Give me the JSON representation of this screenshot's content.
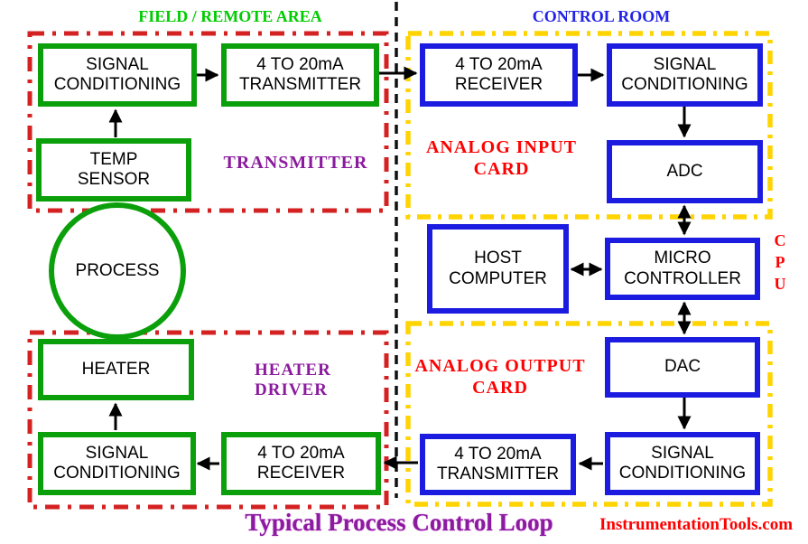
{
  "areas": {
    "field": {
      "label": "FIELD / REMOTE AREA"
    },
    "control_room": {
      "label": "CONTROL ROOM"
    }
  },
  "groups": {
    "transmitter": {
      "label": "TRANSMITTER"
    },
    "heater_driver": {
      "label": "HEATER\nDRIVER"
    },
    "analog_input_card": {
      "label": "ANALOG INPUT\nCARD"
    },
    "analog_output_card": {
      "label": "ANALOG OUTPUT\nCARD"
    },
    "cpu": {
      "label": "C\nP\nU"
    }
  },
  "blocks": {
    "field_signal_conditioning": "SIGNAL\nCONDITIONING",
    "field_transmitter": "4 TO 20mA\nTRANSMITTER",
    "temp_sensor": "TEMP\nSENSOR",
    "process": "PROCESS",
    "heater": "HEATER",
    "heater_signal_conditioning": "SIGNAL\nCONDITIONING",
    "field_receiver": "4 TO 20mA\nRECEIVER",
    "input_receiver": "4 TO 20mA\nRECEIVER",
    "input_signal_conditioning": "SIGNAL\nCONDITIONING",
    "adc": "ADC",
    "host_computer": "HOST\nCOMPUTER",
    "micro_controller": "MICRO\nCONTROLLER",
    "dac": "DAC",
    "output_signal_conditioning": "SIGNAL\nCONDITIONING",
    "output_transmitter": "4 TO 20mA\nTRANSMITTER"
  },
  "footer": {
    "title": "Typical Process Control Loop",
    "watermark": "InstrumentationTools.com"
  },
  "colors": {
    "green_box_border": "#0BA00B",
    "blue_box_border": "#1C1CE0",
    "red_dash_border": "#D42222",
    "yellow_dash_border": "#FFD400",
    "divider": "#111111",
    "field_label": "#00CC00",
    "control_label": "#2222E6",
    "group_label_purple": "#8B1A9E",
    "card_label_red": "#FF0000",
    "title_purple": "#8A1CA0",
    "watermark_red": "#FF0000",
    "arrow": "#000000"
  }
}
